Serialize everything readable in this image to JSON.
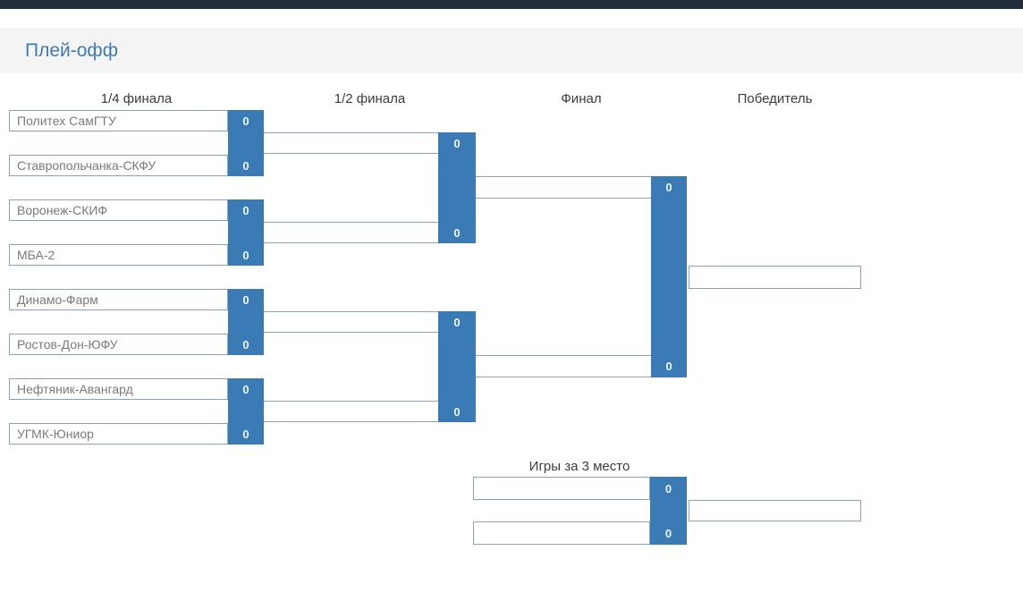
{
  "page": {
    "title": "Плей-офф"
  },
  "columns": {
    "quarterfinals": "1/4 финала",
    "semifinals": "1/2 финала",
    "final": "Финал",
    "winner": "Победитель",
    "third_place": "Игры за 3 место"
  },
  "bracket": {
    "quarterfinals": [
      {
        "team_a": "Политех СамГТУ",
        "score_a": "0",
        "team_b": "Ставропольчанка-СКФУ",
        "score_b": "0"
      },
      {
        "team_a": "Воронеж-СКИФ",
        "score_a": "0",
        "team_b": "МБА-2",
        "score_b": "0"
      },
      {
        "team_a": "Динамо-Фарм",
        "score_a": "0",
        "team_b": "Ростов-Дон-ЮФУ",
        "score_b": "0"
      },
      {
        "team_a": "Нефтяник-Авангард",
        "score_a": "0",
        "team_b": "УГМК-Юниор",
        "score_b": "0"
      }
    ],
    "semifinals": [
      {
        "team_a": "",
        "score_a": "0",
        "team_b": "",
        "score_b": "0"
      },
      {
        "team_a": "",
        "score_a": "0",
        "team_b": "",
        "score_b": "0"
      }
    ],
    "final": {
      "team_a": "",
      "score_a": "0",
      "team_b": "",
      "score_b": "0"
    },
    "winner": "",
    "third_place": {
      "team_a": "",
      "score_a": "0",
      "team_b": "",
      "score_b": "0",
      "winner": ""
    }
  },
  "colors": {
    "accent_blue": "#3a7ab5",
    "border_blue": "#87a3bd",
    "title_blue": "#3f7cb2",
    "header_bar_bg": "#f4f4f4",
    "top_bar_bg": "#222d39",
    "header_text": "#3c3c3c",
    "team_text": "#7a7a7a",
    "score_text": "#eef5fa"
  }
}
